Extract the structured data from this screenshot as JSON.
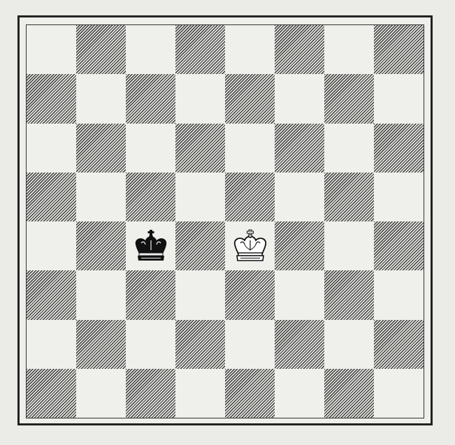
{
  "board": {
    "files": 8,
    "ranks": 8,
    "top_left_square": "light",
    "colors": {
      "light_square": "#efefeb",
      "dark_square_hatch": "#3a3a3a",
      "frame": "#222222",
      "paper": "#ebebe7"
    },
    "pieces": [
      {
        "type": "king",
        "color": "black",
        "square": "c4",
        "icon": "black-king-icon"
      },
      {
        "type": "king",
        "color": "white",
        "square": "e4",
        "icon": "white-king-icon"
      }
    ]
  }
}
